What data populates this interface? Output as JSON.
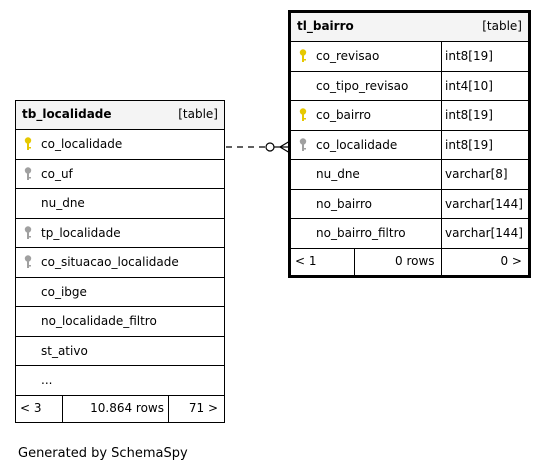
{
  "footer_text": "Generated by SchemaSpy",
  "tables": {
    "tb_localidade": {
      "name": "tb_localidade",
      "type": "[table]",
      "columns": [
        {
          "name": "co_localidade",
          "key": "primary"
        },
        {
          "name": "co_uf",
          "key": "index"
        },
        {
          "name": "nu_dne",
          "key": "none"
        },
        {
          "name": "tp_localidade",
          "key": "index"
        },
        {
          "name": "co_situacao_localidade",
          "key": "index"
        },
        {
          "name": "co_ibge",
          "key": "none"
        },
        {
          "name": "no_localidade_filtro",
          "key": "none"
        },
        {
          "name": "st_ativo",
          "key": "none"
        },
        {
          "name": "...",
          "key": "none"
        }
      ],
      "footer": {
        "parents": "< 3",
        "rows": "10.864 rows",
        "children": "71 >"
      }
    },
    "tl_bairro": {
      "name": "tl_bairro",
      "type": "[table]",
      "columns": [
        {
          "name": "co_revisao",
          "type": "int8[19]",
          "key": "primary"
        },
        {
          "name": "co_tipo_revisao",
          "type": "int4[10]",
          "key": "none"
        },
        {
          "name": "co_bairro",
          "type": "int8[19]",
          "key": "primary"
        },
        {
          "name": "co_localidade",
          "type": "int8[19]",
          "key": "index"
        },
        {
          "name": "nu_dne",
          "type": "varchar[8]",
          "key": "none"
        },
        {
          "name": "no_bairro",
          "type": "varchar[144]",
          "key": "none"
        },
        {
          "name": "no_bairro_filtro",
          "type": "varchar[144]",
          "key": "none"
        }
      ],
      "footer": {
        "parents": "< 1",
        "rows": "0 rows",
        "children": "0 >"
      }
    }
  },
  "colors": {
    "primary_key": "#e6c800",
    "index_key": "#a0a0a0",
    "header_bg": "#f4f4f4"
  },
  "relationships": [
    {
      "from": "tl_bairro.co_localidade",
      "to": "tb_localidade.co_localidade",
      "style": "dashed"
    }
  ]
}
